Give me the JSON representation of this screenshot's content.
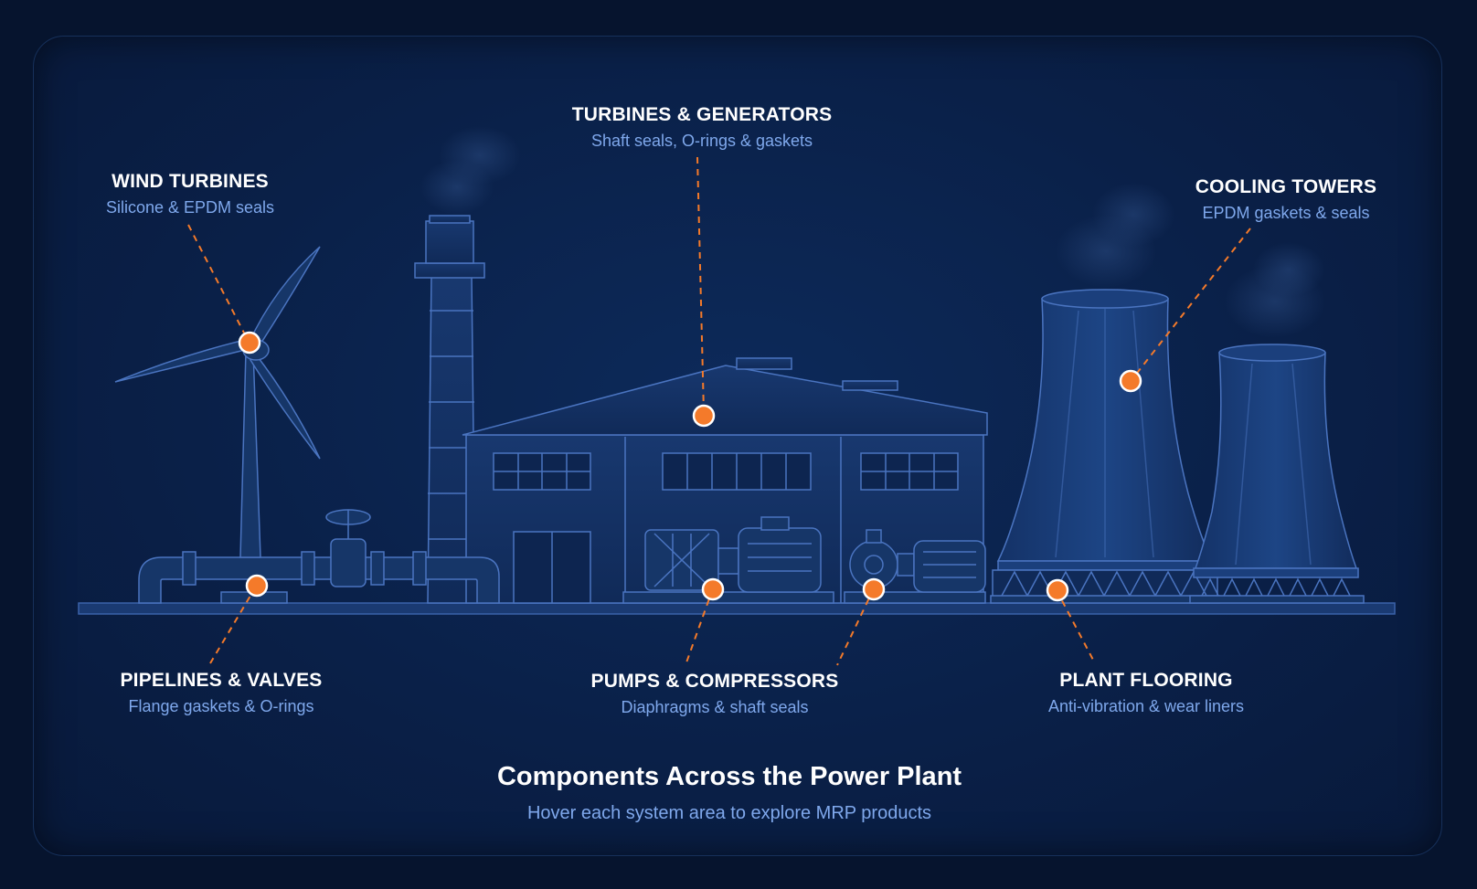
{
  "callouts": [
    {
      "id": "wind",
      "title": "WIND TURBINES",
      "subtitle": "Silicone & EPDM seals"
    },
    {
      "id": "turbines",
      "title": "TURBINES & GENERATORS",
      "subtitle": "Shaft seals, O-rings & gaskets"
    },
    {
      "id": "cooling",
      "title": "COOLING TOWERS",
      "subtitle": "EPDM gaskets & seals"
    },
    {
      "id": "pipelines",
      "title": "PIPELINES & VALVES",
      "subtitle": "Flange gaskets & O-rings"
    },
    {
      "id": "pumps",
      "title": "PUMPS & COMPRESSORS",
      "subtitle": "Diaphragms & shaft seals"
    },
    {
      "id": "flooring",
      "title": "PLANT FLOORING",
      "subtitle": "Anti-vibration & wear liners"
    }
  ],
  "footer": {
    "title": "Components Across the Power Plant",
    "subtitle": "Hover each system area to explore MRP products"
  },
  "colors": {
    "marker": "#f47a2a",
    "line": "#4a74c0",
    "fill": "#143063"
  }
}
